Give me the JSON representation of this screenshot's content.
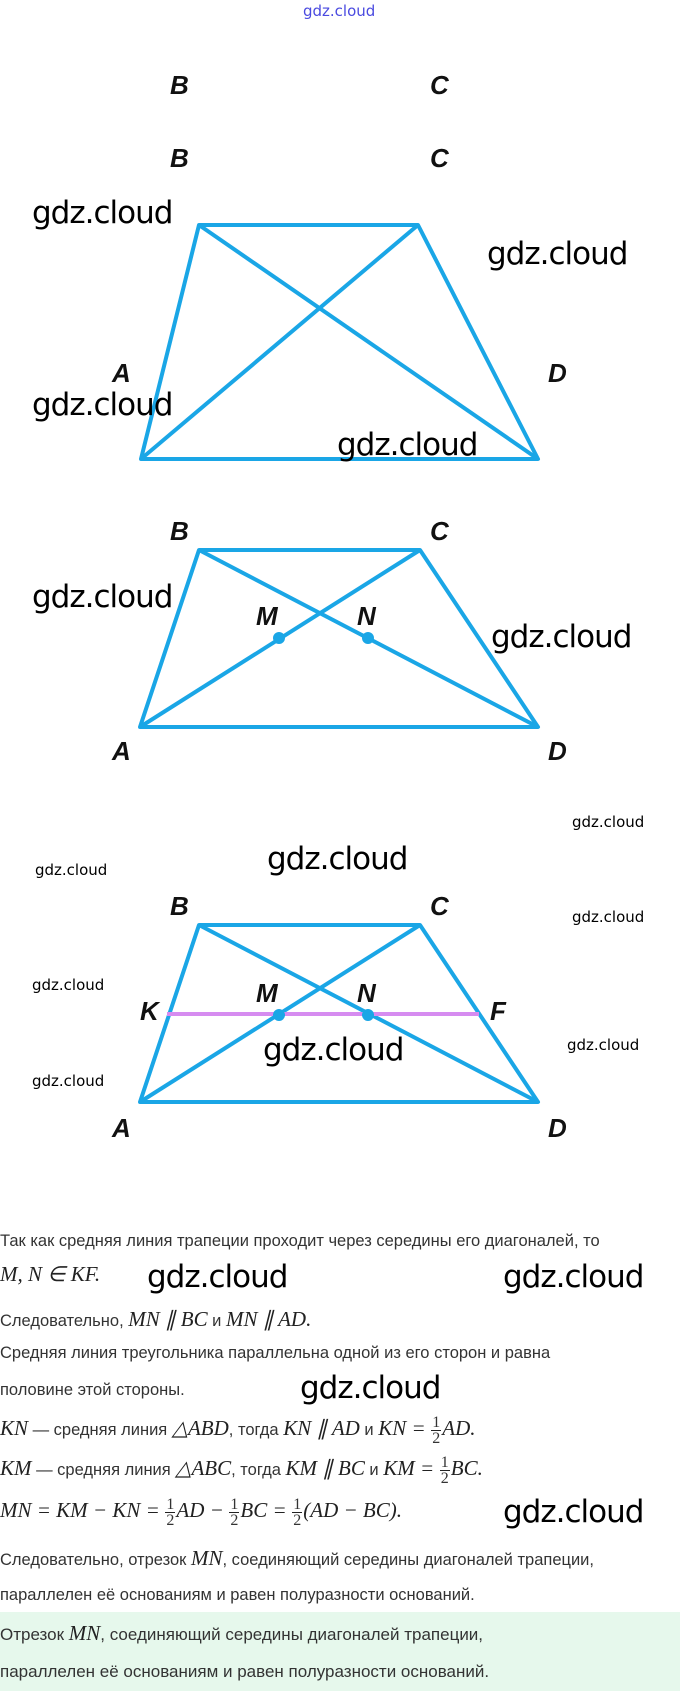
{
  "watermark_top": "gdz.cloud",
  "watermark": "gdz.cloud",
  "colors": {
    "figure_stroke": "#1aa6e6",
    "midline": "#d68cf0",
    "highlight_bg": "#e6f8ec"
  },
  "figure1": {
    "labels": {
      "B": "B",
      "C": "C",
      "A": "A",
      "D": "D"
    }
  },
  "figure2": {
    "labels": {
      "B": "B",
      "C": "C",
      "A": "A",
      "D": "D",
      "M": "M",
      "N": "N"
    }
  },
  "figure3": {
    "labels": {
      "B": "B",
      "C": "C",
      "A": "A",
      "D": "D",
      "M": "M",
      "N": "N",
      "K": "K",
      "F": "F"
    }
  },
  "solution": {
    "l1": "Так как средняя линия трапеции проходит через середины его диагоналей, то",
    "l2_math": "M,  N ∈ KF.",
    "l3_text": "Следовательно, ",
    "l3_m1": "MN ∥ BC",
    "l3_and": " и ",
    "l3_m2": "MN ∥ AD.",
    "l4": "Средняя линия треугольника параллельна одной из его сторон и равна",
    "l5": "половине этой стороны.",
    "l6_m1": "KN",
    "l6_t1": " — средняя линия ",
    "l6_m2": "△ABD",
    "l6_t2": ", тогда ",
    "l6_m3": "KN ∥ AD",
    "l6_t3": " и ",
    "l6_m4": "KN =",
    "l6_m5": "AD.",
    "l7_m1": "KM",
    "l7_t1": " — средняя линия ",
    "l7_m2": "△ABC",
    "l7_t2": ", тогда ",
    "l7_m3": "KM ∥ BC",
    "l7_t3": " и ",
    "l7_m4": "KM =",
    "l7_m5": "BC.",
    "l8_m1": "MN = KM − KN =",
    "l8_m2": "AD −",
    "l8_m3": "BC =",
    "l8_m4": "(AD − BC).",
    "frac_num": "1",
    "frac_den": "2",
    "l9_t1": "Следовательно, отрезок ",
    "l9_m": "MN",
    "l9_t2": ", соединяющий середины диагоналей трапеции,",
    "l10": "параллелен её основаниям и равен полуразности оснований.",
    "c1_t1": "Отрезок ",
    "c1_m": "MN",
    "c1_t2": ", соединяющий середины диагоналей трапеции,",
    "c2": "параллелен её основаниям и равен полуразности оснований."
  }
}
